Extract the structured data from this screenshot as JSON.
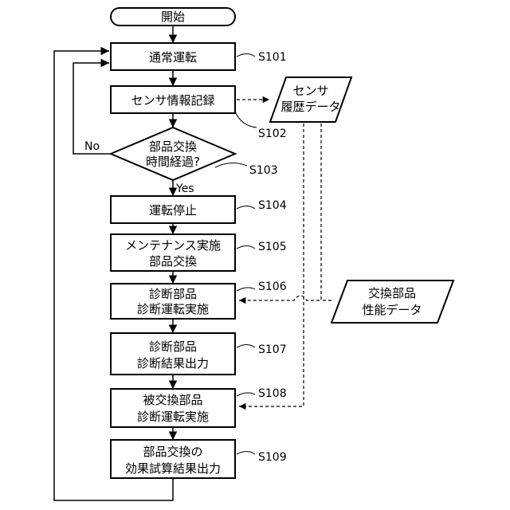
{
  "start": "開始",
  "steps": {
    "s101": {
      "line1": "通常運転",
      "id": "S101"
    },
    "s102": {
      "line1": "センサ情報記録",
      "id": "S102"
    },
    "s103": {
      "line1": "部品交換",
      "line2": "時間経過?",
      "id": "S103"
    },
    "s104": {
      "line1": "運転停止",
      "id": "S104"
    },
    "s105": {
      "line1": "メンテナンス実施",
      "line2": "部品交換",
      "id": "S105"
    },
    "s106": {
      "line1": "診断部品",
      "line2": "診断運転実施",
      "id": "S106"
    },
    "s107": {
      "line1": "診断部品",
      "line2": "診断結果出力",
      "id": "S107"
    },
    "s108": {
      "line1": "被交換部品",
      "line2": "診断運転実施",
      "id": "S108"
    },
    "s109": {
      "line1": "部品交換の",
      "line2": "効果試算結果出力",
      "id": "S109"
    }
  },
  "data_stores": {
    "sensor": {
      "line1": "センサ",
      "line2": "履歴データ"
    },
    "parts": {
      "line1": "交換部品",
      "line2": "性能データ"
    }
  },
  "branches": {
    "no": "No",
    "yes": "Yes"
  }
}
